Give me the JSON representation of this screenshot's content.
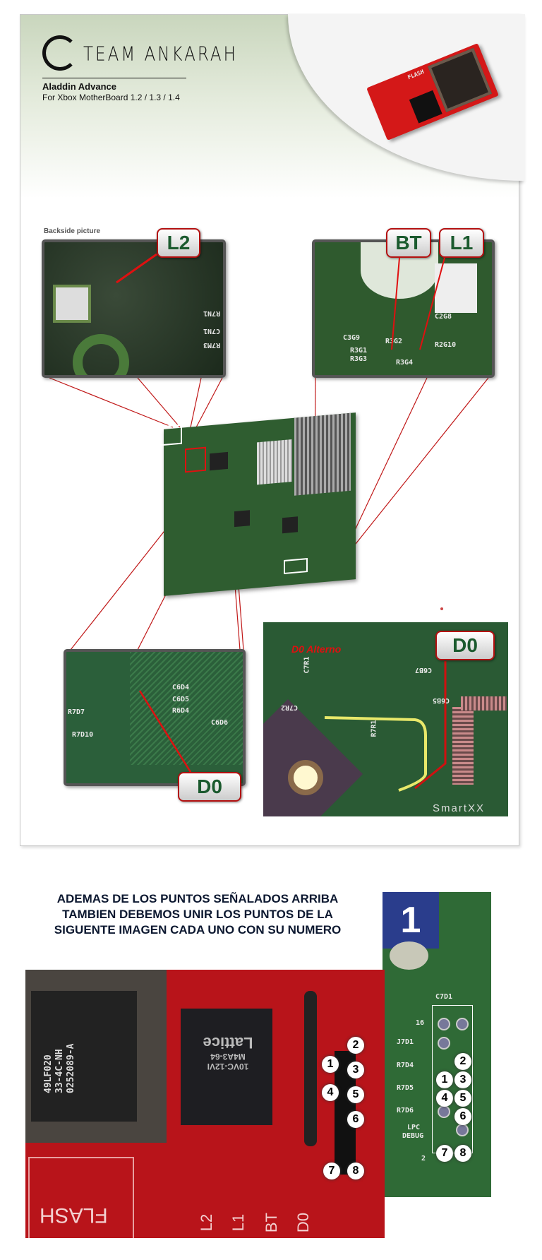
{
  "header": {
    "brand": "TEAM ANKARAH",
    "product": "Aladdin Advance",
    "subtitle": "For Xbox MotherBoard 1.2 / 1.3 / 1.4"
  },
  "chip_photo": {
    "flash_label": "FLASH"
  },
  "backside": {
    "caption": "Backside picture",
    "tag": "L2",
    "silk": [
      "R7N1",
      "C7N1",
      "R7M3"
    ]
  },
  "bt_l1": {
    "tags": [
      "BT",
      "L1"
    ],
    "silk": [
      "C3G9",
      "R3G1",
      "R3G3",
      "R3G2",
      "R3G4",
      "R2G10",
      "C2G8"
    ]
  },
  "d0_left": {
    "tag": "D0",
    "silk": [
      "C6D4",
      "C6D5",
      "R6D4",
      "C6D6",
      "R7D7",
      "R7D10"
    ]
  },
  "d0_right": {
    "tag": "D0",
    "alt_label": "D0 Alterno",
    "silk": [
      "C6B7",
      "C7R1",
      "C7R2",
      "R7R1",
      "C6B5"
    ],
    "watermark": "SmartXX"
  },
  "instructions": [
    "ADEMAS DE LOS PUNTOS SEÑALADOS ARRIBA",
    "TAMBIEN DEBEMOS UNIR LOS PUNTOS DE LA",
    "SIGUENTE IMAGEN CADA UNO CON SU  NUMERO"
  ],
  "red_board": {
    "flash_chip": [
      "49LF020",
      "33-4C-NH",
      "0252089-A"
    ],
    "cpld": [
      "Lattice",
      "M4A3-64",
      "10VC-12VI"
    ],
    "silk": [
      "FLASH",
      "L2",
      "L1",
      "BT",
      "D0"
    ],
    "pins": [
      "1",
      "2",
      "3",
      "4",
      "5",
      "6",
      "7",
      "8"
    ]
  },
  "header_photo": {
    "badge": "1",
    "silk": [
      "C7D1",
      "16",
      "J7D1",
      "R7D4",
      "R7D5",
      "R7D6",
      "LPC",
      "DEBUG",
      "2"
    ],
    "pins": [
      "2",
      "1",
      "3",
      "4",
      "5",
      "6",
      "7",
      "8"
    ]
  }
}
